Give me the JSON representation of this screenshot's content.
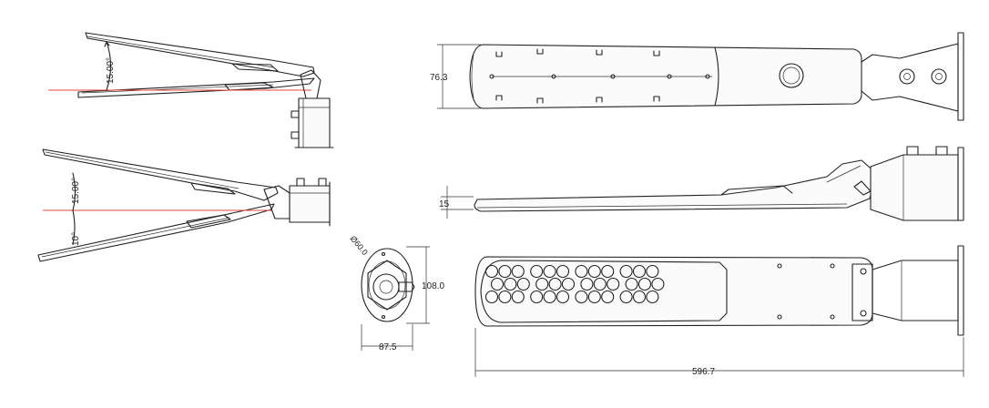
{
  "views": {
    "tilt_side_view": {
      "angle_label": "15.00°"
    },
    "tilt_range_view": {
      "angle_up_label": "15.00°",
      "angle_down_label": "10°"
    },
    "top_view": {
      "width_label": "76.3"
    },
    "side_view": {
      "thickness_label": "15"
    },
    "clamp_view": {
      "diameter_label": "Ø60.0",
      "height_label": "108.0",
      "width_label": "87.5"
    },
    "bottom_view": {
      "length_label": "596.7",
      "led_count": 36
    }
  },
  "colors": {
    "line": "#222222",
    "angle_reference": "#e8453c",
    "background": "#ffffff"
  }
}
